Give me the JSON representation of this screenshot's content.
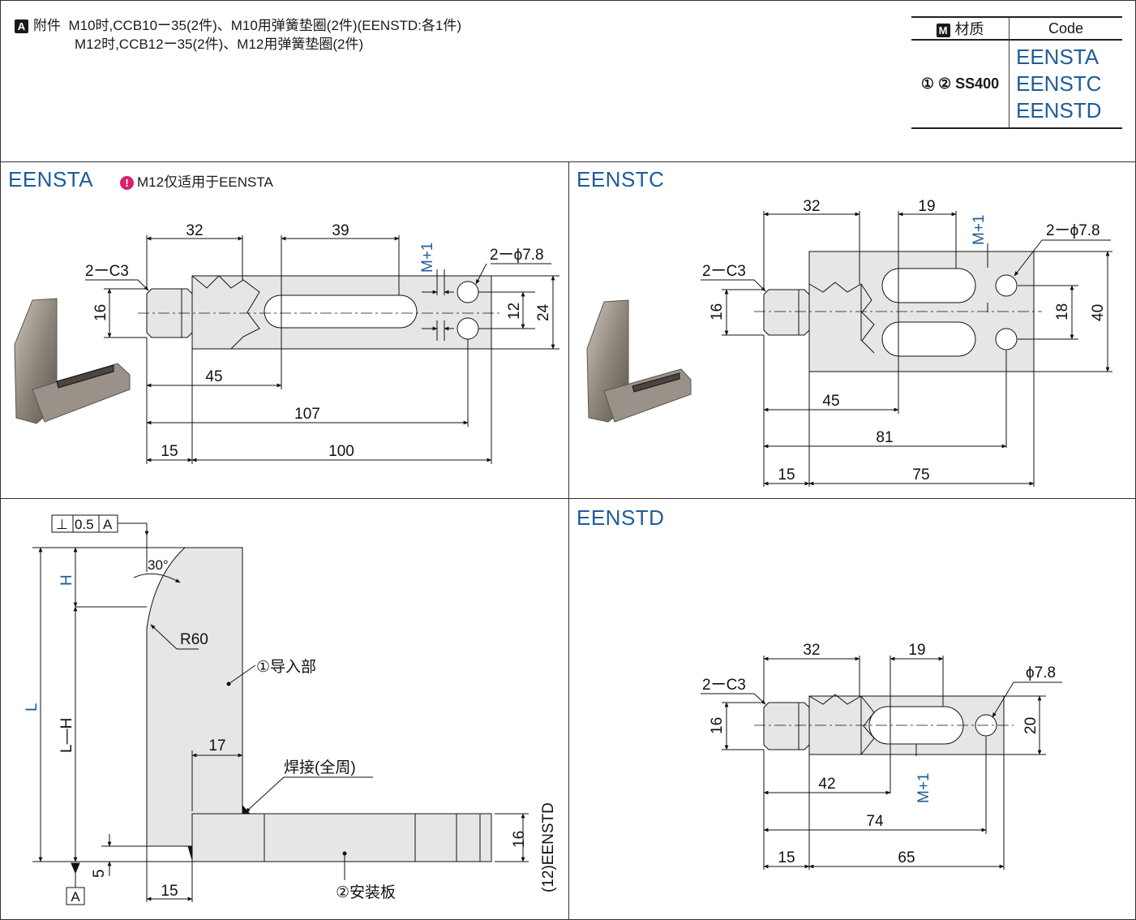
{
  "accessories": {
    "badge": "A",
    "label": "附件",
    "line1": "M10时,CCB10ー35(2件)、M10用弹簧垫圈(2件)(EENSTD:各1件)",
    "line2": "M12时,CCB12ー35(2件)、M12用弹簧垫圈(2件)"
  },
  "material_table": {
    "badge": "M",
    "header_material": "材质",
    "header_code": "Code",
    "material": "① ② SS400",
    "codes": [
      "EENSTA",
      "EENSTC",
      "EENSTD"
    ]
  },
  "colors": {
    "title": "#1f5c99",
    "dim_blue": "#1f5c99",
    "fill": "#e6e6e6",
    "warning": "#d6246e"
  },
  "eensta": {
    "title": "EENSTA",
    "note": "M12仅适用于EENSTA",
    "note_icon": "warning-icon",
    "dims": {
      "d32": "32",
      "d39": "39",
      "mp1": "M+1",
      "holes": "2ーϕ7.8",
      "chamfer": "2ーC3",
      "d16": "16",
      "d12": "12",
      "d24": "24",
      "d45": "45",
      "d107": "107",
      "d15": "15",
      "d100": "100"
    }
  },
  "eenstc": {
    "title": "EENSTC",
    "dims": {
      "d32": "32",
      "d19": "19",
      "mp1": "M+1",
      "holes": "2ーϕ7.8",
      "chamfer": "2ーC3",
      "d16": "16",
      "d18": "18",
      "d40": "40",
      "d45": "45",
      "d81": "81",
      "d15": "15",
      "d75": "75"
    }
  },
  "eenstd": {
    "title": "EENSTD",
    "dims": {
      "d32": "32",
      "d19": "19",
      "hole": "ϕ7.8",
      "chamfer": "2ーC3",
      "d16": "16",
      "d20": "20",
      "d42": "42",
      "mp1": "M+1",
      "d74": "74",
      "d15": "15",
      "d65": "65"
    }
  },
  "side_view": {
    "tol_symbol": "⊥",
    "tol_value": "0.5",
    "tol_datum": "A",
    "angle": "30°",
    "radius": "R60",
    "h": "H",
    "l": "L",
    "lh": "L—H",
    "part1": "①导入部",
    "part2": "②安装板",
    "weld": "焊接(全周)",
    "d17": "17",
    "d16": "16",
    "d12_eenstd": "(12)EENSTD",
    "d5": "5",
    "d15": "15",
    "datum": "A"
  }
}
